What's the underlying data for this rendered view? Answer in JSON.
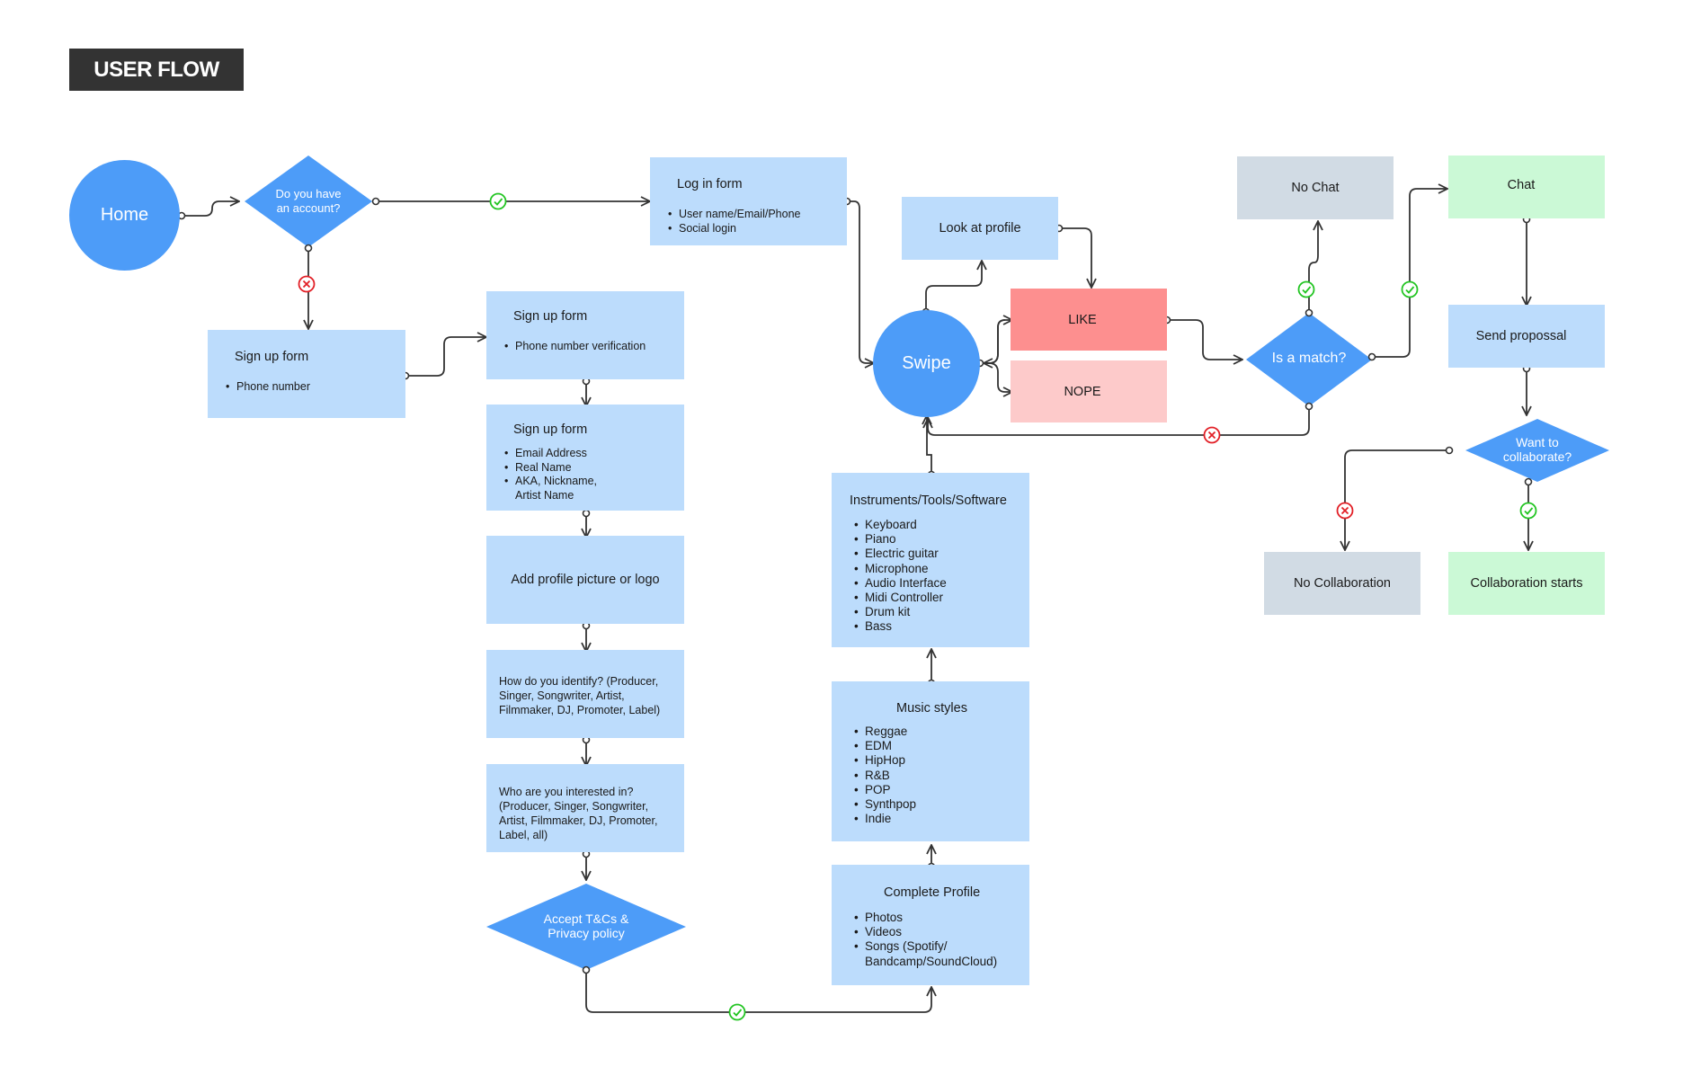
{
  "title": "USER FLOW",
  "nodes": {
    "home": "Home",
    "have_account": "Do you have an account?",
    "login": {
      "title": "Log in form",
      "items": [
        "User name/Email/Phone",
        "Social login"
      ]
    },
    "signup1": {
      "title": "Sign up form",
      "items": [
        "Phone number"
      ]
    },
    "signup2": {
      "title": "Sign up form",
      "items": [
        "Phone number verification"
      ]
    },
    "signup3": {
      "title": "Sign up form",
      "items": [
        "Email Address",
        "Real Name",
        "AKA, Nickname,",
        "Artist Name"
      ]
    },
    "add_picture": "Add profile picture or logo",
    "identify": "How do you identify? (Producer, Singer, Songwriter, Artist, Filmmaker, DJ, Promoter, Label)",
    "interested": "Who are you interested in? (Producer, Singer, Songwriter, Artist, Filmmaker, DJ, Promoter, Label, all)",
    "accept": "Accept T&Cs & Privacy policy",
    "complete_profile": {
      "title": "Complete Profile",
      "items": [
        "Photos",
        "Videos",
        "Songs (Spotify/",
        "Bandcamp/SoundCloud)"
      ]
    },
    "music_styles": {
      "title": "Music styles",
      "items": [
        "Reggae",
        "EDM",
        "HipHop",
        "R&B",
        "POP",
        "Synthpop",
        "Indie"
      ]
    },
    "instruments": {
      "title": "Instruments/Tools/Software",
      "items": [
        "Keyboard",
        "Piano",
        "Electric guitar",
        "Microphone",
        "Audio Interface",
        "Midi Controller",
        "Drum kit",
        "Bass"
      ]
    },
    "swipe": "Swipe",
    "look_profile": "Look at profile",
    "like": "LIKE",
    "nope": "NOPE",
    "is_match": "Is a match?",
    "no_chat": "No Chat",
    "chat": "Chat",
    "send_proposal": "Send propossal",
    "want_collab": "Want to collaborate?",
    "no_collab": "No Collaboration",
    "collab_starts": "Collaboration starts"
  },
  "colors": {
    "box": "#bcdcfc",
    "node": "#4d9cf8",
    "like": "#fd8f8f",
    "nope": "#fdcaca",
    "neutral": "#d1dbe4",
    "success": "#cbf9d6",
    "yes_icon": "#22c522",
    "no_icon": "#e21f26"
  }
}
